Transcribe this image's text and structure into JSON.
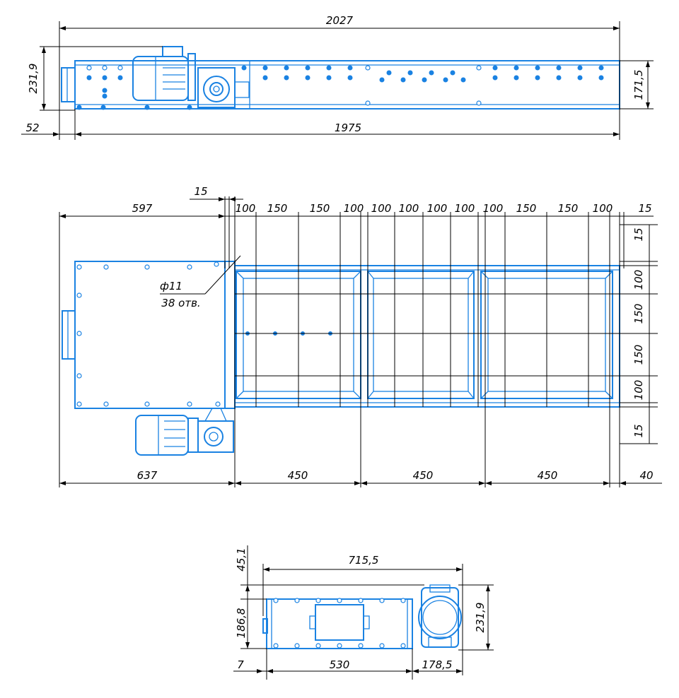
{
  "top_view": {
    "dims": {
      "overall_length": "2027",
      "height_left": "231,9",
      "height_right": "171,5",
      "offset_left": "52",
      "body_length": "1975"
    }
  },
  "plan_view": {
    "dims": {
      "drive_length": "597",
      "gap": "15",
      "seg_100_a": "100",
      "seg_150_a": "150",
      "seg_150_b": "150",
      "seg_100_b": "100",
      "seg_100_c": "100",
      "seg_100_d": "100",
      "seg_100_e": "100",
      "seg_100_f": "100",
      "seg_100_g": "100",
      "seg_150_c": "150",
      "seg_150_d": "150",
      "seg_100_h": "100",
      "edge_15_right": "15",
      "v_15_top": "15",
      "v_100_a": "100",
      "v_150_a": "150",
      "v_150_b": "150",
      "v_100_b": "100",
      "v_15_bottom": "15",
      "hole_dia": "ф11",
      "hole_count": "38 отв.",
      "bottom_637": "637",
      "bottom_450_a": "450",
      "bottom_450_b": "450",
      "bottom_450_c": "450",
      "bottom_40": "40"
    }
  },
  "end_view": {
    "dims": {
      "height_top": "45,1",
      "width": "715,5",
      "height_body": "186,8",
      "height_total": "231,9",
      "left_7": "7",
      "base_530": "530",
      "motor_178": "178,5"
    }
  }
}
